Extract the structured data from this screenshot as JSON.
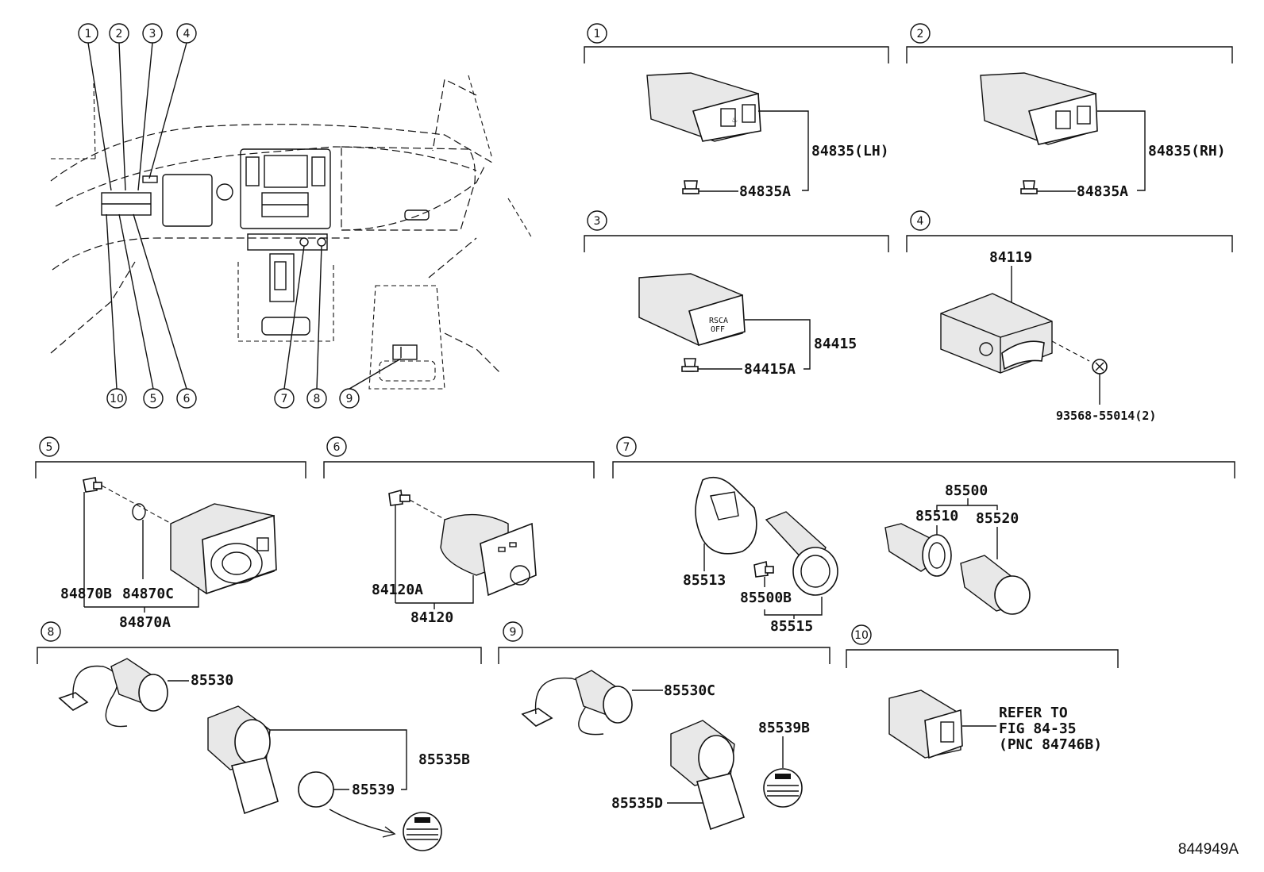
{
  "figure_id": "844949A",
  "overview": {
    "callouts_top": [
      "1",
      "2",
      "3",
      "4"
    ],
    "callouts_bottom": [
      "10",
      "5",
      "6",
      "7",
      "8",
      "9"
    ]
  },
  "sections": [
    {
      "num": "1",
      "labels": [
        "84835(LH)",
        "84835A"
      ]
    },
    {
      "num": "2",
      "labels": [
        "84835(RH)",
        "84835A"
      ]
    },
    {
      "num": "3",
      "labels": [
        "84415",
        "84415A"
      ],
      "switch_text": [
        "RSCA",
        "OFF"
      ]
    },
    {
      "num": "4",
      "labels": [
        "84119",
        "93568-55014(2)"
      ]
    },
    {
      "num": "5",
      "labels": [
        "84870B",
        "84870C",
        "84870A"
      ]
    },
    {
      "num": "6",
      "labels": [
        "84120A",
        "84120"
      ]
    },
    {
      "num": "7",
      "labels": [
        "85500",
        "85510",
        "85520",
        "85513",
        "85500B",
        "85515"
      ]
    },
    {
      "num": "8",
      "labels": [
        "85530",
        "85535B",
        "85539"
      ]
    },
    {
      "num": "9",
      "labels": [
        "85530C",
        "85539B",
        "85535D"
      ]
    },
    {
      "num": "10",
      "refer": [
        "REFER TO",
        "FIG 84-35",
        "(PNC 84746B)"
      ]
    }
  ]
}
